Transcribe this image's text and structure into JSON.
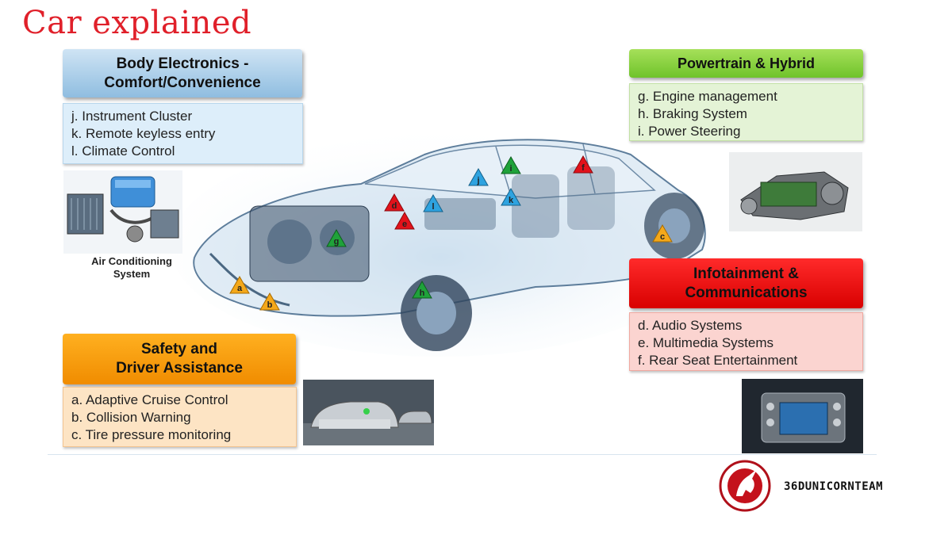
{
  "title": "Car explained",
  "body_electronics": {
    "heading_line1": "Body Electronics -",
    "heading_line2": "Comfort/Convenience",
    "items": [
      "j. Instrument Cluster",
      "k. Remote keyless entry",
      "l. Climate Control"
    ]
  },
  "powertrain": {
    "heading": "Powertrain & Hybrid",
    "items": [
      "g. Engine management",
      "h. Braking System",
      "i. Power Steering"
    ]
  },
  "safety": {
    "heading_line1": "Safety and",
    "heading_line2": "Driver Assistance",
    "items": [
      "a. Adaptive Cruise Control",
      "b. Collision Warning",
      "c. Tire pressure monitoring"
    ]
  },
  "infotainment": {
    "heading_line1": "Infotainment &",
    "heading_line2": "Communications",
    "items": [
      "d. Audio Systems",
      "e. Multimedia Systems",
      "f. Rear Seat Entertainment"
    ]
  },
  "ac_caption": {
    "line1": "Air Conditioning",
    "line2": "System"
  },
  "markers": {
    "a": "a",
    "b": "b",
    "c": "c",
    "d": "d",
    "e": "e",
    "f": "f",
    "g": "g",
    "h": "h",
    "i": "i",
    "j": "j",
    "k": "k",
    "l": "l"
  },
  "logo": {
    "team_name": "36DUNICORNTEAM"
  },
  "colors": {
    "title": "#e0202a",
    "safety_marker": "#f4a81a",
    "infotainment_marker": "#e2121b",
    "powertrain_marker": "#1fa23a",
    "body_marker": "#2ea3e0"
  }
}
